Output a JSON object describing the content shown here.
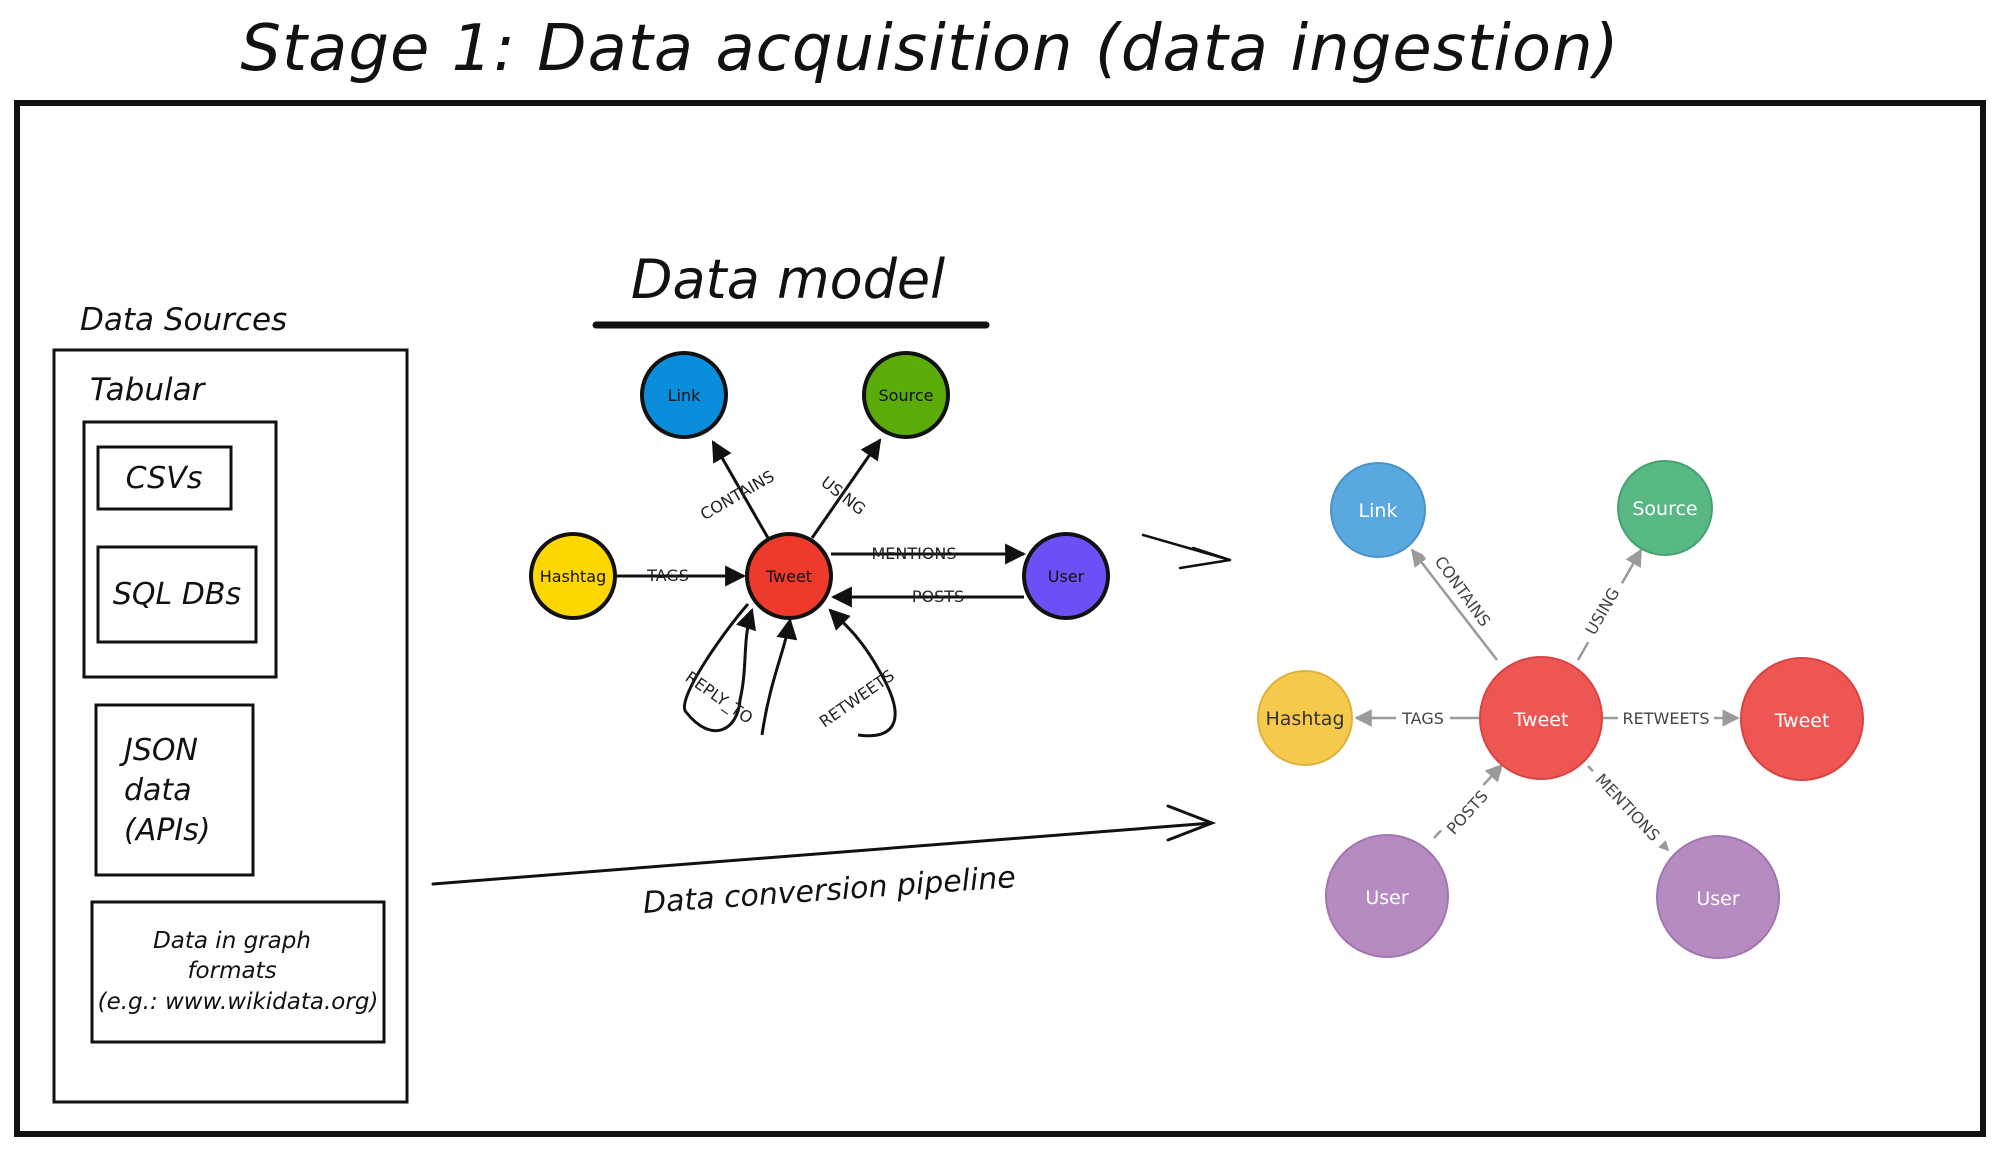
{
  "title": "Stage 1: Data acquisition (data ingestion)",
  "sources": {
    "heading": "Data Sources",
    "tabular": "Tabular",
    "csv": "CSVs",
    "sql": "SQL DBs",
    "json_lines": [
      "JSON",
      "data",
      "(APIs)"
    ],
    "graph_lines": [
      "Data in graph",
      "formats",
      "(e.g.: www.wikidata.org)"
    ]
  },
  "model": {
    "heading": "Data model",
    "nodes": {
      "link": "Link",
      "source": "Source",
      "hashtag": "Hashtag",
      "tweet": "Tweet",
      "user": "User"
    },
    "edges": {
      "contains": "CONTAINS",
      "using": "USING",
      "tags": "TAGS",
      "mentions": "MENTIONS",
      "posts": "POSTS",
      "reply_to": "REPLY_TO",
      "retweets": "RETWEETS"
    }
  },
  "pipeline_label": "Data conversion pipeline",
  "instance": {
    "nodes": {
      "link": "Link",
      "source": "Source",
      "hashtag": "Hashtag",
      "tweet": "Tweet",
      "tweet2": "Tweet",
      "user1": "User",
      "user2": "User"
    },
    "edges": {
      "contains": "CONTAINS",
      "using": "USING",
      "tags": "TAGS",
      "retweets": "RETWEETS",
      "posts": "POSTS",
      "mentions": "MENTIONS"
    }
  },
  "colors": {
    "model_link": "#0a8edb",
    "model_source": "#5bac09",
    "model_hashtag": "#ffd700",
    "model_tweet": "#ed3a2a",
    "model_user": "#6e4ff5",
    "inst_link": "#5aa8e0",
    "inst_source": "#57b884",
    "inst_hashtag": "#f5c94c",
    "inst_tweet": "#ee5654",
    "inst_user": "#b68bc2"
  }
}
